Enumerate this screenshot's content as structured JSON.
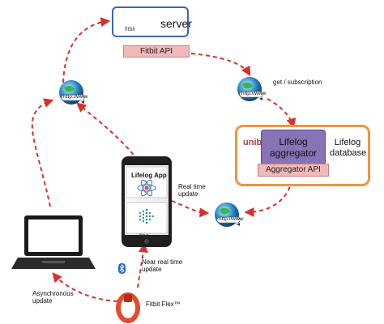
{
  "server": {
    "brand": "fitbit",
    "label": "server",
    "api_label": "Fitbit API"
  },
  "globe_url_text": "http://www",
  "get_subscription": "get / subscription",
  "unibz": {
    "logo": "unibz",
    "aggregator_lines": [
      "Lifelog",
      "aggregator"
    ],
    "api_label": "Aggregator API",
    "database_lines": [
      "Lifelog",
      "database"
    ]
  },
  "phone": {
    "app_label": "Lifelog App",
    "fitbit_label": "fitbit"
  },
  "real_time_update": [
    "Real time",
    "update"
  ],
  "near_real_time_update": [
    "Near real time",
    "update"
  ],
  "asynchronous_update": [
    "Asynchronous",
    "update"
  ],
  "device_label": "Fitbit Flex™",
  "colors": {
    "arrow": "#d9302a",
    "api_fill": "#f2b9b9",
    "server_border": "#3a66b8",
    "unibz_border": "#f1953c",
    "aggregator_fill": "#8773b6",
    "database_fill": "#6d8fc9",
    "band": "#e34b2c"
  }
}
